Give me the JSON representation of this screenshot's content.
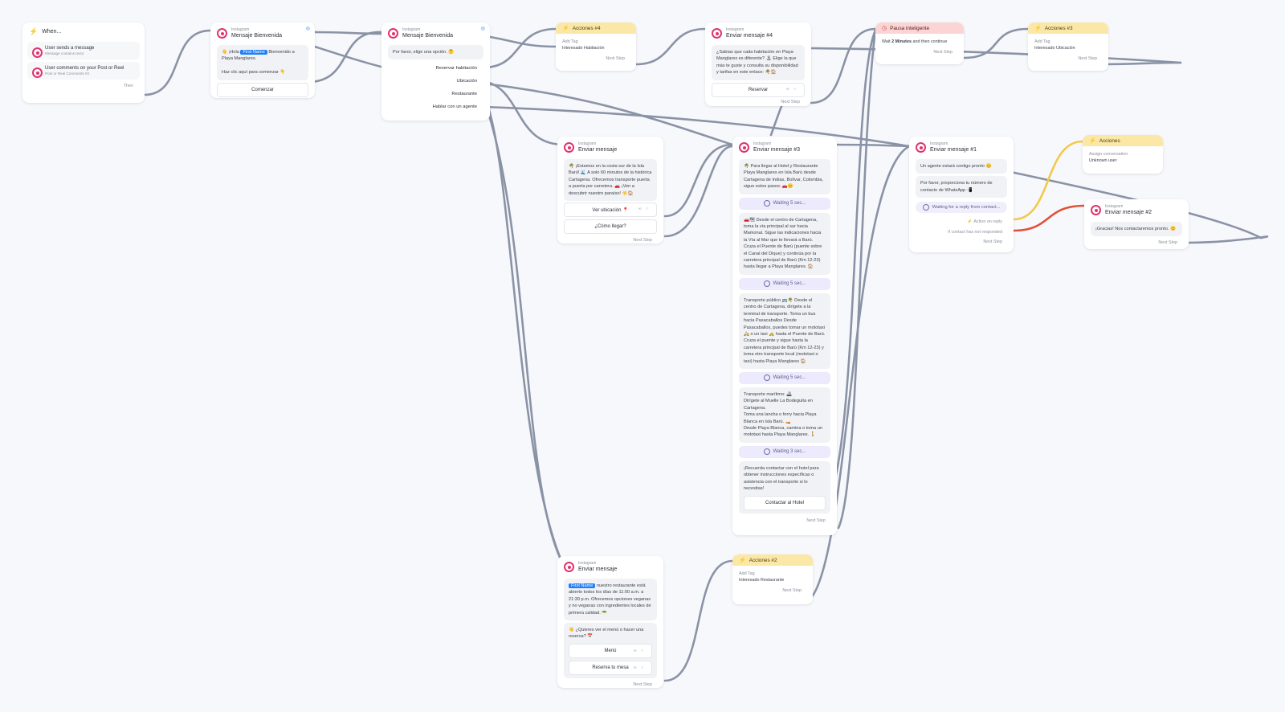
{
  "trigger": {
    "title": "When...",
    "items": [
      {
        "title": "User sends a message",
        "subtitle": "Message contains texto"
      },
      {
        "title": "User comments on your Post or Reel",
        "subtitle": "Post or Reel Comments #2"
      }
    ],
    "then_label": "Then"
  },
  "bienvenida1": {
    "source": "Instagram",
    "title": "Mensaje Bienvenida",
    "text_prefix": "👋 ¡Hola ",
    "first_name": "First Name",
    "text_suffix": " Bienvenido a Playa Manglares.",
    "text_line2": "Haz clic aquí para comenzar 👇",
    "button": "Comenzar"
  },
  "bienvenida2": {
    "source": "Instagram",
    "title": "Mensaje Bienvenida",
    "text": "Por favor, elige una opción. 🤔",
    "options": [
      "Reservar habitación",
      "Ubicación",
      "Restaurante",
      "Hablar con un agente"
    ]
  },
  "acciones4": {
    "title": "Acciones #4",
    "label": "Add Tag",
    "value": "Interesado Habitación",
    "next": "Next Step"
  },
  "enviar4": {
    "source": "Instagram",
    "title": "Enviar mensaje #4",
    "text": "¿Sabías que cada habitación en Playa Manglares es diferente? 🏝 Elige la que más te guste y consulta su disponibilidad y tarifas en este enlace: 🌴🏠",
    "button": "Reservar",
    "next": "Next Step"
  },
  "pausa": {
    "title": "Pausa inteligente",
    "text_pre": "Wait ",
    "text_bold": "2 Minutes",
    "text_post": " and then continue",
    "next": "Next Step"
  },
  "acciones3": {
    "title": "Acciones #3",
    "label": "Add Tag",
    "value": "Interesado Ubicación",
    "next": "Next Step"
  },
  "enviarUb": {
    "source": "Instagram",
    "title": "Enviar mensaje",
    "text": "🌴 ¡Estamos en la costa sur de la Isla Barú! 🌊 A solo 60 minutos de la histórica Cartagena. Ofrecemos transporte puerta a puerta por carretera. 🚗 ¡Ven a descubrir nuestro paraíso! ☀️🏠",
    "buttons": [
      "Ver ubicación 📍",
      "¿Cómo llegar?"
    ],
    "next": "Next Step"
  },
  "enviar3": {
    "source": "Instagram",
    "title": "Enviar mensaje #3",
    "msg1": "🌴 Para llegar al Hotel y Restaurante Playa Manglares en Isla Barú desde Cartagena de Indias, Bolívar, Colombia, sigue estos pasos: 🚗😊",
    "wait1": "Waiting 5 sec...",
    "msg2": "🚗🗺 Desde el centro de Cartagena, toma la vía principal al sur hacia Mamonal. Sigue las indicaciones hacia la Vía al Mar que te llevará a Barú. Cruza el Puente de Barú (puente sobre el Canal del Dique) y continúa por la carretera principal de Barú (Km 12-23) hasta llegar a Playa Manglares. 🏠",
    "wait2": "Waiting 5 sec...",
    "msg3": "Transporte público 🚌🌴 Desde el centro de Cartagena, dirígete a la terminal de transporte. Toma un bus hacia Pasacaballos Desde Pasacaballos, puedes tomar un mototaxi 🛵 o un taxi 🚕 hasta el Puente de Barú. Cruza el puente y sigue hasta la carretera principal de Barú (Km 12-23) y toma otro transporte local (mototaxi o taxi) hasta Playa Manglares 🏠",
    "wait3": "Waiting 5 sec...",
    "msg4_lines": [
      "Transporte marítimo: 🚢",
      "Dirígete al Muelle La Bodeguita en Cartagena.",
      "Toma una lancha o ferry hacia Playa Blanca en Isla Barú. 🚤",
      "Desde Playa Blanca, camina o toma un mototaxi hasta Playa Manglares. 🚶"
    ],
    "wait4": "Waiting 3 sec...",
    "msg5": "¡Recuerda contactar con el hotel para obtener instrucciones específicas o asistencia con el transporte si lo necesitas!",
    "button": "Contactar al Hotel",
    "next": "Next Step"
  },
  "enviar1": {
    "source": "Instagram",
    "title": "Enviar mensaje #1",
    "msg1": "Un agente estará contigo pronto 😊",
    "msg2": "Por favor, proporciona tu número de contacto de WhatsApp 📲",
    "waiting": "Waiting for a reply from contact...",
    "on_reply": "⚡ Action on reply",
    "no_reply": "If contact has not responded",
    "next": "Next Step"
  },
  "accionesA": {
    "title": "Acciones",
    "label": "Assign conversation",
    "value": "Unknown user"
  },
  "enviar2": {
    "source": "Instagram",
    "title": "Enviar mensaje #2",
    "text": "¡Gracias! Nos contactaremos pronto. 😊",
    "next": "Next Step"
  },
  "enviarRest": {
    "source": "Instagram",
    "title": "Enviar mensaje",
    "first_name": "First Name",
    "text": " nuestro restaurante está abierto todos los días de 11:00 a.m. a 21:30 p.m. Ofrecemos opciones veganas y no veganas con ingredientes locales de primera calidad. 🥗",
    "text2": "👋 ¿Quieres ver el menú o hacer una reserva? 📅",
    "buttons": [
      "Menú",
      "Reserva tu mesa"
    ],
    "next": "Next Step"
  },
  "acciones2": {
    "title": "Acciones #2",
    "label": "Add Tag",
    "value": "Interesado Restaurante",
    "next": "Next Step"
  },
  "colors": {
    "wire": "#8a93a6",
    "reply_wire": "#f2c94c",
    "noreply_wire": "#e2503a",
    "action_header": "#fbe7a6",
    "pause_header": "#fbd4d4"
  }
}
